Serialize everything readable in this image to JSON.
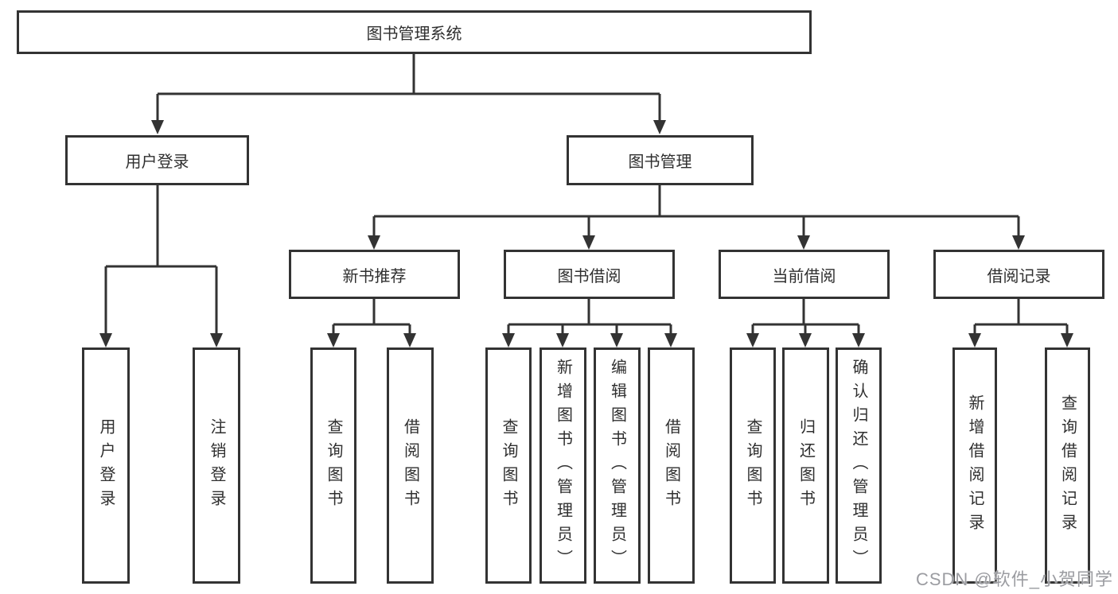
{
  "tree": {
    "root": {
      "label": "图书管理系统"
    },
    "children": [
      {
        "label": "用户登录",
        "children": [
          {
            "label": "用户登录"
          },
          {
            "label": "注销登录"
          }
        ]
      },
      {
        "label": "图书管理",
        "children": [
          {
            "label": "新书推荐",
            "children": [
              {
                "label": "查询图书"
              },
              {
                "label": "借阅图书"
              }
            ]
          },
          {
            "label": "图书借阅",
            "children": [
              {
                "label": "查询图书"
              },
              {
                "label": "新增图书（管理员）"
              },
              {
                "label": "编辑图书（管理员）"
              },
              {
                "label": "借阅图书"
              }
            ]
          },
          {
            "label": "当前借阅",
            "children": [
              {
                "label": "查询图书"
              },
              {
                "label": "归还图书"
              },
              {
                "label": "确认归还（管理员）"
              }
            ]
          },
          {
            "label": "借阅记录",
            "children": [
              {
                "label": "新增借阅记录"
              },
              {
                "label": "查询借阅记录"
              }
            ]
          }
        ]
      }
    ]
  },
  "watermark": {
    "text": "CSDN @软件_小贺同学"
  },
  "colors": {
    "line": "#333333",
    "text": "#2f2f2f",
    "watermark": "#9b9ca1"
  }
}
